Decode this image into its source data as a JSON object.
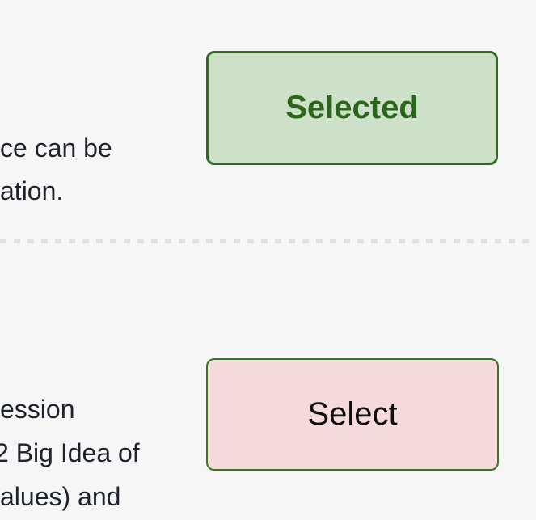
{
  "page": {
    "background_color": "#f6f6f7",
    "body_text_color": "#1e222b"
  },
  "options": [
    {
      "text_lines": [
        "ce can be",
        "ation."
      ],
      "button": {
        "label": "Selected",
        "state": "selected",
        "bg_color": "#cde1c9",
        "border_color": "#2f6b20",
        "text_color": "#2c661b"
      }
    },
    {
      "text_lines": [
        "ession",
        "2 Big Idea of",
        "alues) and"
      ],
      "button": {
        "label": "Select",
        "state": "unselected",
        "bg_color": "#f5d9db",
        "border_color": "#3a7523",
        "text_color": "#0d0d0d"
      }
    }
  ],
  "divider": {
    "style": "dashed",
    "color": "#dfe3e8"
  }
}
